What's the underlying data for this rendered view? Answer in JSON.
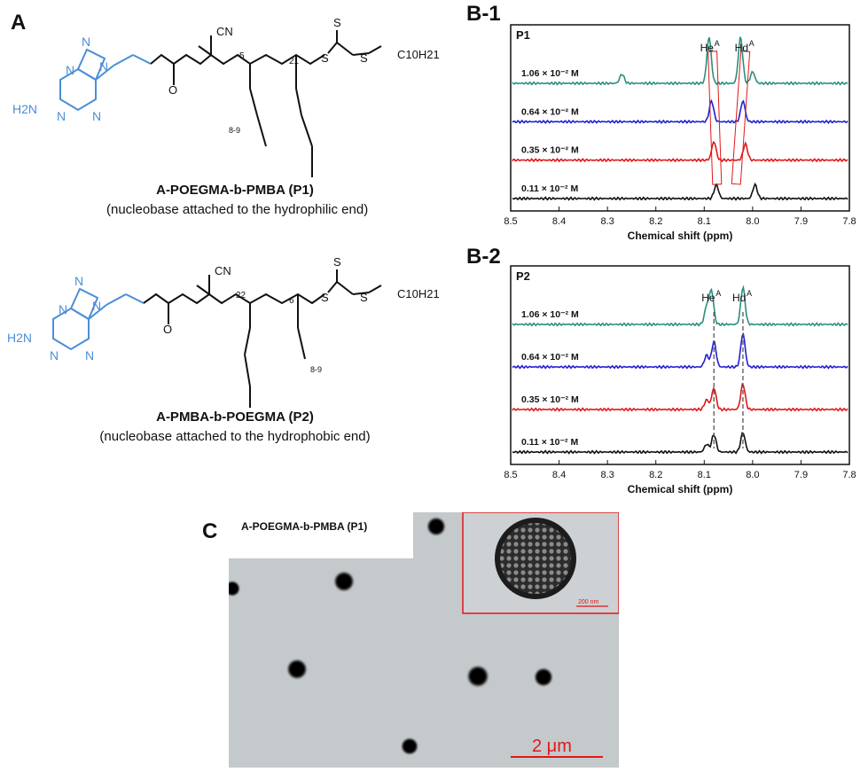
{
  "panels": {
    "A": "A",
    "B1": "B-1",
    "B2": "B-2",
    "C": "C"
  },
  "polymers": {
    "p1": {
      "name": "A-POEGMA-b-PMBA (P1)",
      "desc": "(nucleobase attached to the hydrophilic end)",
      "sub_first": "5",
      "sub_second": "21",
      "sub_side": "8-9",
      "cn": "CN",
      "s": "S",
      "tail": "C10H21",
      "nh2": "H2N",
      "n": "N",
      "o": "O"
    },
    "p2": {
      "name": "A-PMBA-b-POEGMA (P2)",
      "desc": "(nucleobase attached to the hydrophobic end)",
      "sub_first": "22",
      "sub_second": "6",
      "sub_side": "8-9"
    }
  },
  "nmr": {
    "xlabel": "Chemical shift (ppm)",
    "xticks": [
      "8.5",
      "8.4",
      "8.3",
      "8.2",
      "8.1",
      "8.0",
      "7.9",
      "7.8"
    ],
    "peak_labels": [
      "He",
      "Hd"
    ],
    "peak_sup": "A",
    "concentrations": [
      "1.06 × 10⁻² M",
      "0.64 × 10⁻² M",
      "0.35 × 10⁻² M",
      "0.11 × 10⁻² M"
    ],
    "colors": [
      "#2a8f7e",
      "#2020d0",
      "#e01818",
      "#101010"
    ]
  },
  "chart_data": [
    {
      "type": "line",
      "title": "P1",
      "xlabel": "Chemical shift (ppm)",
      "xlim": [
        8.5,
        7.8
      ],
      "reversed_x": true,
      "annotations": [
        "He^A",
        "Hd^A"
      ],
      "series": [
        {
          "name": "1.06 × 10⁻² M",
          "peaks": [
            {
              "ppm": 8.09,
              "height": 1.0
            },
            {
              "ppm": 8.025,
              "height": 1.0
            },
            {
              "ppm": 8.0,
              "height": 0.25
            },
            {
              "ppm": 8.27,
              "height": 0.2
            }
          ]
        },
        {
          "name": "0.64 × 10⁻² M",
          "peaks": [
            {
              "ppm": 8.085,
              "height": 0.45
            },
            {
              "ppm": 8.02,
              "height": 0.45
            }
          ]
        },
        {
          "name": "0.35 × 10⁻² M",
          "peaks": [
            {
              "ppm": 8.08,
              "height": 0.4
            },
            {
              "ppm": 8.015,
              "height": 0.35
            }
          ]
        },
        {
          "name": "0.11 × 10⁻² M",
          "peaks": [
            {
              "ppm": 8.075,
              "height": 0.3
            },
            {
              "ppm": 7.995,
              "height": 0.3
            }
          ]
        }
      ]
    },
    {
      "type": "line",
      "title": "P2",
      "xlabel": "Chemical shift (ppm)",
      "xlim": [
        8.5,
        7.8
      ],
      "reversed_x": true,
      "annotations": [
        "He^A",
        "Hd^A"
      ],
      "series": [
        {
          "name": "1.06 × 10⁻² M",
          "peaks": [
            {
              "ppm": 8.095,
              "height": 0.45
            },
            {
              "ppm": 8.085,
              "height": 0.85
            },
            {
              "ppm": 8.02,
              "height": 0.95
            }
          ]
        },
        {
          "name": "0.64 × 10⁻² M",
          "peaks": [
            {
              "ppm": 8.095,
              "height": 0.3
            },
            {
              "ppm": 8.08,
              "height": 0.65
            },
            {
              "ppm": 8.02,
              "height": 0.85
            }
          ]
        },
        {
          "name": "0.35 × 10⁻² M",
          "peaks": [
            {
              "ppm": 8.095,
              "height": 0.25
            },
            {
              "ppm": 8.08,
              "height": 0.55
            },
            {
              "ppm": 8.02,
              "height": 0.65
            }
          ]
        },
        {
          "name": "0.11 × 10⁻² M",
          "peaks": [
            {
              "ppm": 8.095,
              "height": 0.2
            },
            {
              "ppm": 8.08,
              "height": 0.45
            },
            {
              "ppm": 8.02,
              "height": 0.5
            }
          ]
        }
      ]
    }
  ],
  "tem": {
    "title": "A-POEGMA-b-PMBA (P1)",
    "scale_main": "2 μm",
    "scale_inset": "200 nm"
  }
}
